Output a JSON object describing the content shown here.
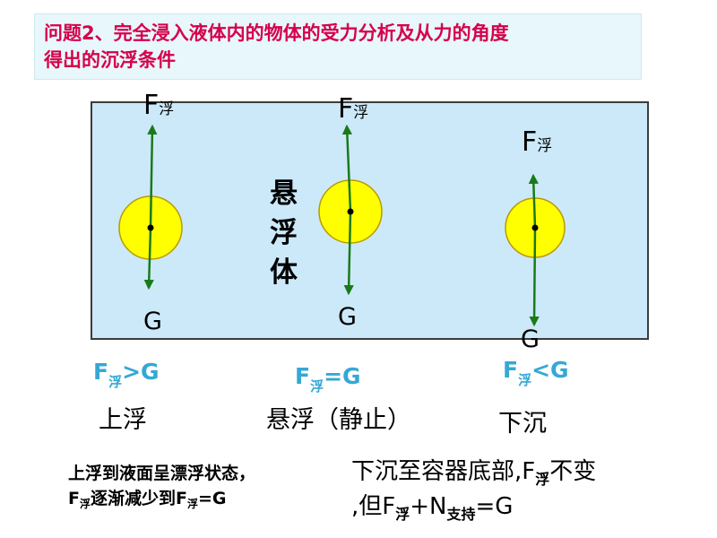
{
  "title": {
    "line1": "问题2、完全浸入液体内的物体的受力分析及从力的角度",
    "line2": "得出的沉浮条件"
  },
  "diagram": {
    "force_up_letter": "F",
    "force_up_sub": "浮",
    "gravity_label": "G",
    "suspend_label": [
      "悬",
      "浮",
      "体"
    ]
  },
  "colors": {
    "title_text": "#d6004a",
    "title_bg": "#e8f7fb",
    "liquid": "#cce9f9",
    "ball_fill": "#ffff00",
    "ball_stroke": "#b89a00",
    "arrow": "#1a7a1a",
    "condition_text": "#35a8d4"
  },
  "conditions": {
    "rise": {
      "f": "F",
      "sub": "浮",
      "rest": ">G"
    },
    "suspend": {
      "f": "F",
      "sub": "浮",
      "rest": "=G"
    },
    "sink": {
      "f": "F",
      "sub": "浮",
      "rest": "<G"
    }
  },
  "states": {
    "rise": "上浮",
    "suspend": "悬浮（静止）",
    "sink": "下沉"
  },
  "notes": {
    "rise": {
      "line1": "上浮到液面呈漂浮状态，",
      "l2_f1": "F",
      "l2_sub1": "浮",
      "l2_mid": "逐渐减少到F",
      "l2_sub2": "浮",
      "l2_end": "=G"
    },
    "sink": {
      "l1_a": "下沉至容器底部,F",
      "l1_sub": "浮",
      "l1_b": "不变",
      "l2_a": ",但F",
      "l2_sub1": "浮",
      "l2_b": "+N",
      "l2_sub2": "支持",
      "l2_c": "=G"
    }
  }
}
